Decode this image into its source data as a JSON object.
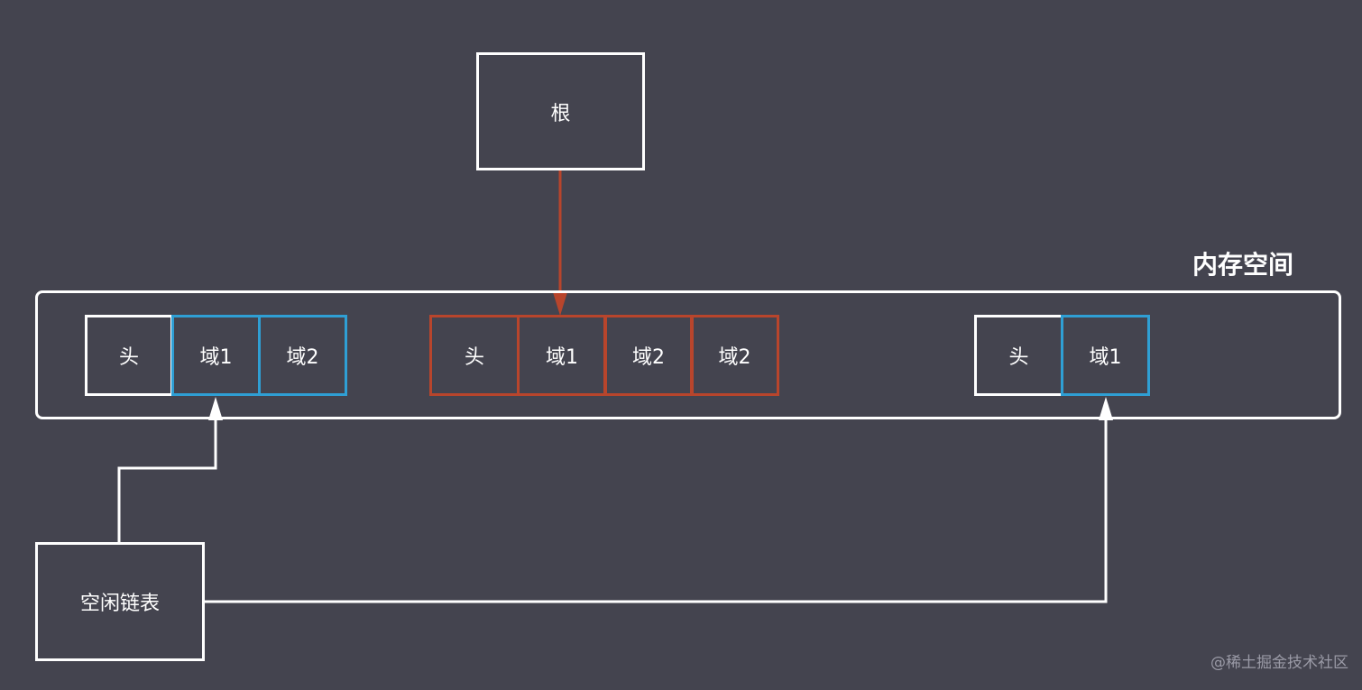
{
  "root": {
    "label": "根"
  },
  "memory": {
    "title": "内存空间"
  },
  "freelist": {
    "label": "空闲链表"
  },
  "blocks": {
    "free1": {
      "head": "头",
      "field1": "域1",
      "field2": "域2"
    },
    "used": {
      "head": "头",
      "field1": "域1",
      "field2a": "域2",
      "field2b": "域2"
    },
    "free2": {
      "head": "头",
      "field1": "域1"
    }
  },
  "watermark": "@稀土掘金技术社区",
  "colors": {
    "background": "#44444f",
    "white": "#ffffff",
    "free_field": "#2f9fd4",
    "used_block": "#b8452c"
  }
}
